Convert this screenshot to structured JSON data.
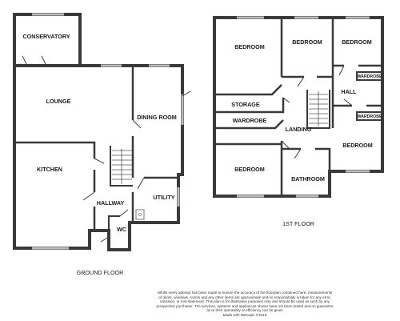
{
  "ground_floor": {
    "caption": "GROUND FLOOR",
    "rooms": {
      "conservatory": "CONSERVATORY",
      "lounge": "LOUNGE",
      "dining_room": "DINING ROOM",
      "kitchen": "KITCHEN",
      "hallway": "HALLWAY",
      "utility": "UTILITY",
      "wc": "WC"
    }
  },
  "first_floor": {
    "caption": "1ST FLOOR",
    "rooms": {
      "bedroom_1": "BEDROOM",
      "bedroom_2": "BEDROOM",
      "bedroom_3": "BEDROOM",
      "bedroom_4": "BEDROOM",
      "bedroom_5": "BEDROOM",
      "storage": "STORAGE",
      "wardrobe_1": "WARDROBE",
      "wardrobe_2": "WARDROBE",
      "wardrobe_3": "WARDROBE",
      "landing": "LANDING",
      "hall": "HALL",
      "bathroom": "BATHROOM"
    }
  },
  "disclaimer": {
    "line1": "Whilst every attempt has been made to ensure the accuracy of the floorplan contained here, measurements",
    "line2": "of doors, windows, rooms and any other items are approximate and no responsibility is taken for any error,",
    "line3": "omission, or mis-statement. This plan is for illustrative purposes only and should be used as such by any",
    "line4": "prospective purchaser. The services, systems and appliances shown have not been tested and no guarantee",
    "line5": "as to their operability or efficiency can be given",
    "line6": "Made with Metropix ©2019"
  },
  "colors": {
    "wall": "#3a3a3a",
    "window": "#bdbdbd",
    "background": "#ffffff"
  }
}
